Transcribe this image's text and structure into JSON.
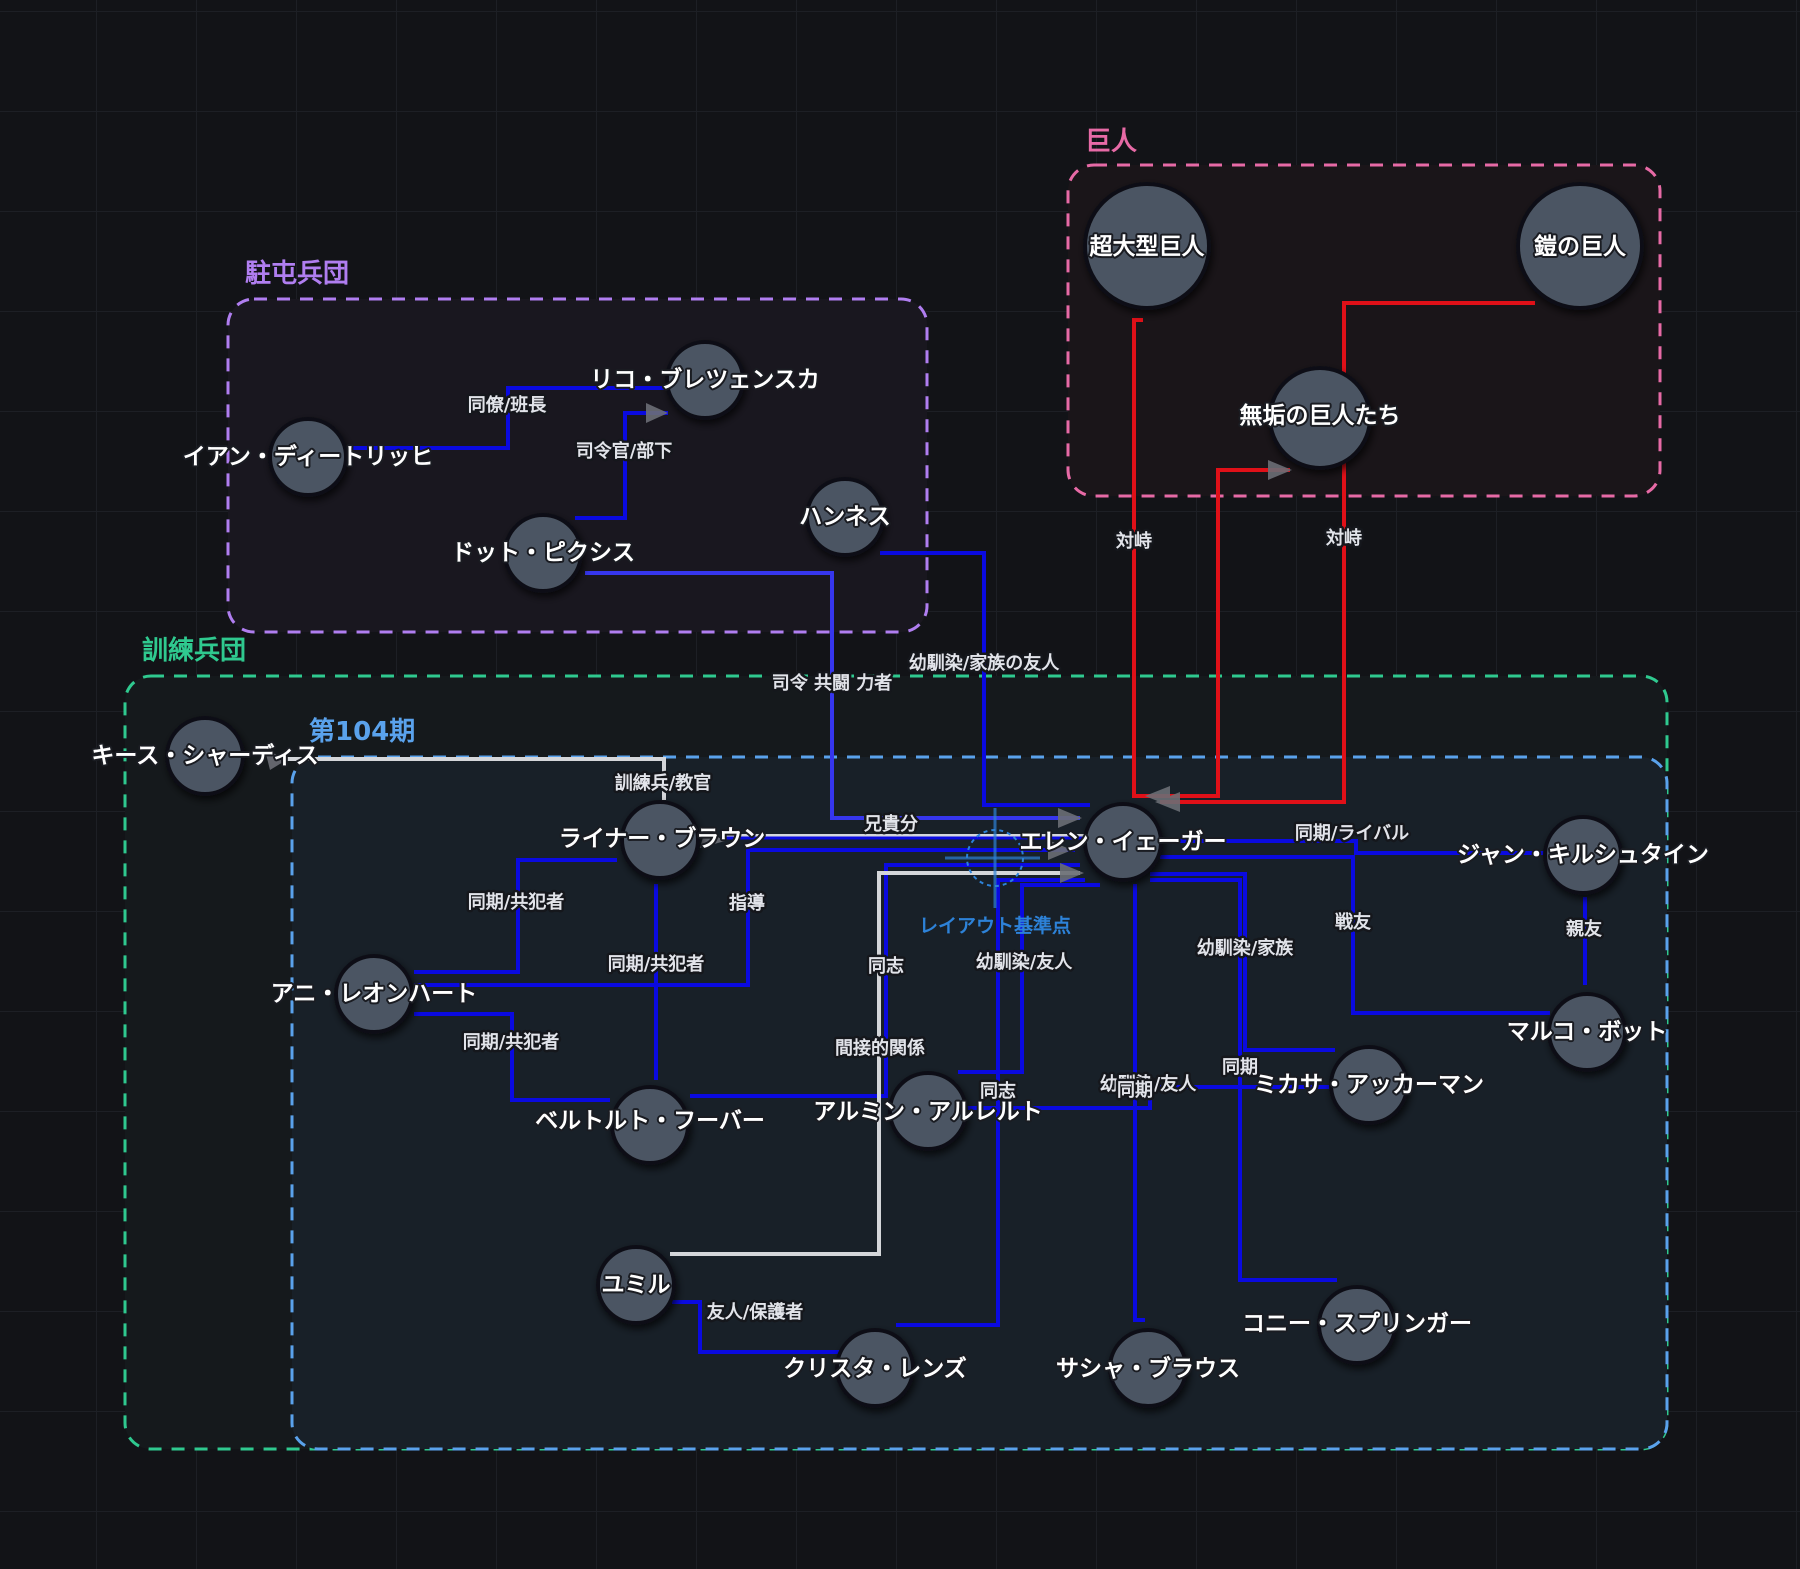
{
  "diagram_title": "進撃の巨人 相関図",
  "colors": {
    "background": "#121317",
    "grid": "#1d1f25",
    "node_fill": "#4b5563",
    "node_stroke": "#0f1115",
    "edge_default": "#0a0ae0",
    "edge_bright": "#3636ee",
    "edge_hostile": "#e01018",
    "edge_neutral": "#d4d6da",
    "arrow": "#6b6e75"
  },
  "groups": [
    {
      "id": "titans",
      "label": "巨人",
      "color": "#e76aa6",
      "fill": "#1a1519"
    },
    {
      "id": "garrison",
      "label": "駐屯兵団",
      "color": "#b07ef0",
      "fill": "#19171f"
    },
    {
      "id": "training",
      "label": "訓練兵団",
      "color": "#2fc98f",
      "fill": "#15191c"
    },
    {
      "id": "cadets104",
      "label": "第104期",
      "color": "#5aa2ec",
      "fill": "#182028"
    }
  ],
  "nodes": [
    {
      "id": "colossal",
      "label": "超大型巨人",
      "group": "titans"
    },
    {
      "id": "armored",
      "label": "鎧の巨人",
      "group": "titans"
    },
    {
      "id": "pure",
      "label": "無垢の巨人たち",
      "group": "titans"
    },
    {
      "id": "rico",
      "label": "リコ・ブレツェンスカ",
      "group": "garrison"
    },
    {
      "id": "ian",
      "label": "イアン・ディートリッヒ",
      "group": "garrison"
    },
    {
      "id": "pixis",
      "label": "ドット・ピクシス",
      "group": "garrison"
    },
    {
      "id": "hannes",
      "label": "ハンネス",
      "group": "garrison"
    },
    {
      "id": "keith",
      "label": "キース・シャーディス",
      "group": "training"
    },
    {
      "id": "reiner",
      "label": "ライナー・ブラウン",
      "group": "cadets104"
    },
    {
      "id": "eren",
      "label": "エレン・イェーガー",
      "group": "cadets104"
    },
    {
      "id": "jean",
      "label": "ジャン・キルシュタイン",
      "group": "cadets104"
    },
    {
      "id": "marco",
      "label": "マルコ・ボット",
      "group": "cadets104"
    },
    {
      "id": "annie",
      "label": "アニ・レオンハート",
      "group": "cadets104"
    },
    {
      "id": "bertolt",
      "label": "ベルトルト・フーバー",
      "group": "cadets104"
    },
    {
      "id": "armin",
      "label": "アルミン・アルレルト",
      "group": "cadets104"
    },
    {
      "id": "mikasa",
      "label": "ミカサ・アッカーマン",
      "group": "cadets104"
    },
    {
      "id": "ymir",
      "label": "ユミル",
      "group": "cadets104"
    },
    {
      "id": "krista",
      "label": "クリスタ・レンズ",
      "group": "cadets104"
    },
    {
      "id": "sasha",
      "label": "サシャ・ブラウス",
      "group": "cadets104"
    },
    {
      "id": "connie",
      "label": "コニー・スプリンガー",
      "group": "cadets104"
    }
  ],
  "edges": [
    {
      "from": "ian",
      "to": "rico",
      "label": "同僚/班長",
      "kind": "default"
    },
    {
      "from": "pixis",
      "to": "rico",
      "label": "司令官/部下",
      "kind": "default",
      "arrow": true
    },
    {
      "from": "pixis",
      "to": "eren",
      "label": "司令 共闘 力者",
      "kind": "bright",
      "arrow": true
    },
    {
      "from": "hannes",
      "to": "eren",
      "label": "幼馴染/家族の友人",
      "kind": "default"
    },
    {
      "from": "colossal",
      "to": "eren",
      "label": "対峙",
      "kind": "hostile",
      "arrow": true
    },
    {
      "from": "armored",
      "to": "eren",
      "label": "対峙",
      "kind": "hostile",
      "arrow": true
    },
    {
      "from": "eren",
      "to": "pure",
      "label": "",
      "kind": "hostile",
      "arrow": true
    },
    {
      "from": "reiner",
      "to": "keith",
      "label": "訓練兵/教官",
      "kind": "neutral",
      "arrow": true
    },
    {
      "from": "reiner",
      "to": "eren",
      "label": "兄貴分",
      "kind": "neutral"
    },
    {
      "from": "annie",
      "to": "eren",
      "label": "指導",
      "kind": "default",
      "arrow": true
    },
    {
      "from": "reiner",
      "to": "annie",
      "label": "同期/共犯者",
      "kind": "default"
    },
    {
      "from": "reiner",
      "to": "bertolt",
      "label": "同期/共犯者",
      "kind": "default"
    },
    {
      "from": "annie",
      "to": "bertolt",
      "label": "同期/共犯者",
      "kind": "default"
    },
    {
      "from": "bertolt",
      "to": "eren",
      "label": "間接的関係",
      "kind": "default"
    },
    {
      "from": "ymir",
      "to": "eren",
      "label": "同志",
      "kind": "neutral",
      "arrow": true
    },
    {
      "from": "armin",
      "to": "eren",
      "label": "幼馴染/友人",
      "kind": "default"
    },
    {
      "from": "krista",
      "to": "eren",
      "label": "同志",
      "kind": "default"
    },
    {
      "from": "eren",
      "to": "jean",
      "label": "同期/ライバル",
      "kind": "default"
    },
    {
      "from": "eren",
      "to": "marco",
      "label": "戦友",
      "kind": "default"
    },
    {
      "from": "jean",
      "to": "marco",
      "label": "親友",
      "kind": "default"
    },
    {
      "from": "eren",
      "to": "mikasa",
      "label": "幼馴染/家族",
      "kind": "default"
    },
    {
      "from": "armin",
      "to": "mikasa",
      "label": "幼馴染/友人",
      "kind": "default"
    },
    {
      "from": "eren",
      "to": "sasha",
      "label": "同期",
      "kind": "default"
    },
    {
      "from": "eren",
      "to": "connie",
      "label": "同期",
      "kind": "default"
    },
    {
      "from": "ymir",
      "to": "krista",
      "label": "友人/保護者",
      "kind": "default"
    }
  ],
  "layout_anchor": {
    "label": "レイアウト基準点",
    "color": "#2d82d8"
  }
}
